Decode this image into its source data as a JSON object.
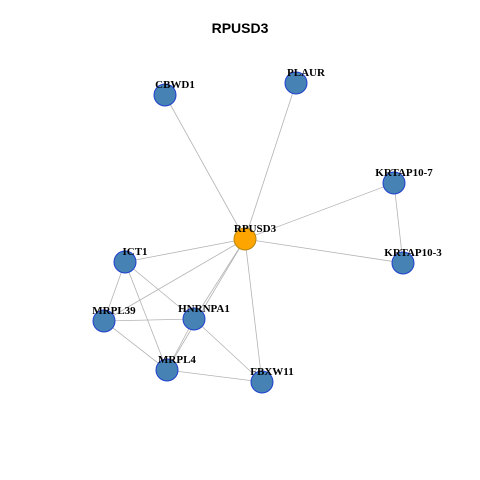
{
  "title": "RPUSD3",
  "colors": {
    "hub_fill": "#FFA500",
    "node_fill": "#4682B4",
    "node_stroke": "#1F3FCF",
    "hub_stroke": "#B8860B",
    "edge": "#B3B3B3"
  },
  "nodes": [
    {
      "id": "RPUSD3",
      "label": "RPUSD3",
      "hub": true
    },
    {
      "id": "CBWD1",
      "label": "CBWD1",
      "hub": false
    },
    {
      "id": "PLAUR",
      "label": "PLAUR",
      "hub": false
    },
    {
      "id": "KRTAP10-7",
      "label": "KRTAP10-7",
      "hub": false
    },
    {
      "id": "KRTAP10-3",
      "label": "KRTAP10-3",
      "hub": false
    },
    {
      "id": "ICT1",
      "label": "ICT1",
      "hub": false
    },
    {
      "id": "MRPL39",
      "label": "MRPL39",
      "hub": false
    },
    {
      "id": "HNRNPA1",
      "label": "HNRNPA1",
      "hub": false
    },
    {
      "id": "MRPL4",
      "label": "MRPL4",
      "hub": false
    },
    {
      "id": "FBXW11",
      "label": "FBXW11",
      "hub": false
    }
  ],
  "edges": [
    [
      "RPUSD3",
      "CBWD1"
    ],
    [
      "RPUSD3",
      "PLAUR"
    ],
    [
      "RPUSD3",
      "KRTAP10-7"
    ],
    [
      "RPUSD3",
      "KRTAP10-3"
    ],
    [
      "RPUSD3",
      "ICT1"
    ],
    [
      "RPUSD3",
      "MRPL39"
    ],
    [
      "RPUSD3",
      "HNRNPA1"
    ],
    [
      "RPUSD3",
      "MRPL4"
    ],
    [
      "RPUSD3",
      "FBXW11"
    ],
    [
      "KRTAP10-7",
      "KRTAP10-3"
    ],
    [
      "ICT1",
      "MRPL39"
    ],
    [
      "ICT1",
      "HNRNPA1"
    ],
    [
      "ICT1",
      "MRPL4"
    ],
    [
      "MRPL39",
      "HNRNPA1"
    ],
    [
      "MRPL39",
      "MRPL4"
    ],
    [
      "HNRNPA1",
      "MRPL4"
    ],
    [
      "HNRNPA1",
      "FBXW11"
    ],
    [
      "MRPL4",
      "FBXW11"
    ]
  ]
}
